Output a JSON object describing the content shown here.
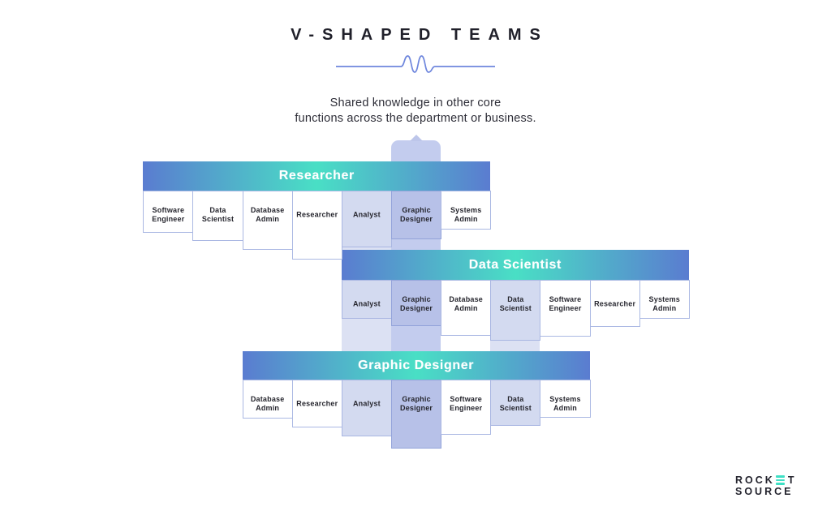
{
  "title": "V-SHAPED TEAMS",
  "subtitle_line1": "Shared knowledge in other core",
  "subtitle_line2": "functions across the department or business.",
  "teams": [
    {
      "name": "Researcher",
      "cards": [
        {
          "label": "Software Engineer",
          "lines": [
            "Software",
            "Engineer"
          ],
          "tone": "white"
        },
        {
          "label": "Data Scientist",
          "lines": [
            "Data",
            "Scientist"
          ],
          "tone": "white"
        },
        {
          "label": "Database Admin",
          "lines": [
            "Database",
            "Admin"
          ],
          "tone": "white"
        },
        {
          "label": "Researcher",
          "lines": [
            "Researcher"
          ],
          "tone": "white"
        },
        {
          "label": "Analyst",
          "lines": [
            "Analyst"
          ],
          "tone": "light"
        },
        {
          "label": "Graphic Designer",
          "lines": [
            "Graphic",
            "Designer"
          ],
          "tone": "dark"
        },
        {
          "label": "Systems Admin",
          "lines": [
            "Systems",
            "Admin"
          ],
          "tone": "white"
        }
      ]
    },
    {
      "name": "Data Scientist",
      "cards": [
        {
          "label": "Analyst",
          "lines": [
            "Analyst"
          ],
          "tone": "light"
        },
        {
          "label": "Graphic Designer",
          "lines": [
            "Graphic",
            "Designer"
          ],
          "tone": "dark"
        },
        {
          "label": "Database Admin",
          "lines": [
            "Database",
            "Admin"
          ],
          "tone": "white"
        },
        {
          "label": "Data Scientist",
          "lines": [
            "Data",
            "Scientist"
          ],
          "tone": "light"
        },
        {
          "label": "Software Engineer",
          "lines": [
            "Software",
            "Engineer"
          ],
          "tone": "white"
        },
        {
          "label": "Researcher",
          "lines": [
            "Researcher"
          ],
          "tone": "white"
        },
        {
          "label": "Systems Admin",
          "lines": [
            "Systems",
            "Admin"
          ],
          "tone": "white"
        }
      ]
    },
    {
      "name": "Graphic Designer",
      "cards": [
        {
          "label": "Database Admin",
          "lines": [
            "Database",
            "Admin"
          ],
          "tone": "white"
        },
        {
          "label": "Researcher",
          "lines": [
            "Researcher"
          ],
          "tone": "white"
        },
        {
          "label": "Analyst",
          "lines": [
            "Analyst"
          ],
          "tone": "light"
        },
        {
          "label": "Graphic Designer",
          "lines": [
            "Graphic",
            "Designer"
          ],
          "tone": "dark"
        },
        {
          "label": "Software Engineer",
          "lines": [
            "Software",
            "Engineer"
          ],
          "tone": "white"
        },
        {
          "label": "Data Scientist",
          "lines": [
            "Data",
            "Scientist"
          ],
          "tone": "light"
        },
        {
          "label": "Systems Admin",
          "lines": [
            "Systems",
            "Admin"
          ],
          "tone": "white"
        }
      ]
    }
  ],
  "shared_columns": [
    {
      "role": "Graphic Designer",
      "tone": "dark"
    },
    {
      "role": "Analyst",
      "tone": "light"
    },
    {
      "role": "Data Scientist",
      "tone": "light"
    }
  ],
  "logo": {
    "word1_pre": "ROCK",
    "word1_post": "T",
    "word2": "SOURCE"
  },
  "colors": {
    "bar_blue": "#5a7cd0",
    "bar_teal": "#49dfc5",
    "card_border": "#aab8e3",
    "highlight_light": "#d3daf0",
    "highlight_dark": "#b7c1e8",
    "strip_light": "#dce1f3",
    "strip_dark": "#c3ccee",
    "divider_blue": "#6e86dd",
    "logo_teal": "#3fe0c5",
    "title_text": "#20202a",
    "card_text": "#26262e",
    "bar_text": "#ffffff"
  }
}
